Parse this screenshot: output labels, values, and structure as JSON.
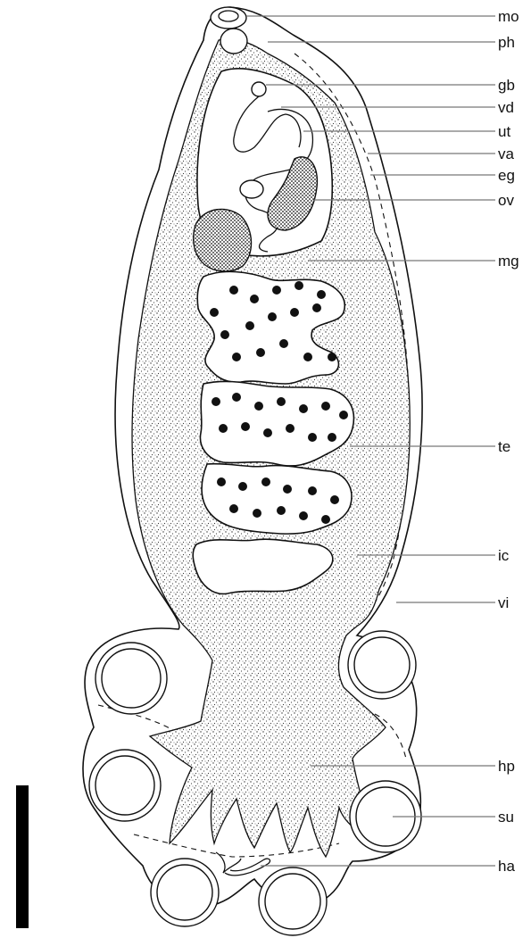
{
  "labels": {
    "mo": "mo",
    "ph": "ph",
    "gb": "gb",
    "vd": "vd",
    "ut": "ut",
    "va": "va",
    "eg": "eg",
    "ov": "ov",
    "mg": "mg",
    "te": "te",
    "ic": "ic",
    "vi": "vi",
    "hp": "hp",
    "su": "su",
    "ha": "ha"
  },
  "colors": {
    "ink": "#111111",
    "leader": "#777777",
    "background": "#ffffff",
    "scale_bar": "#000000"
  }
}
